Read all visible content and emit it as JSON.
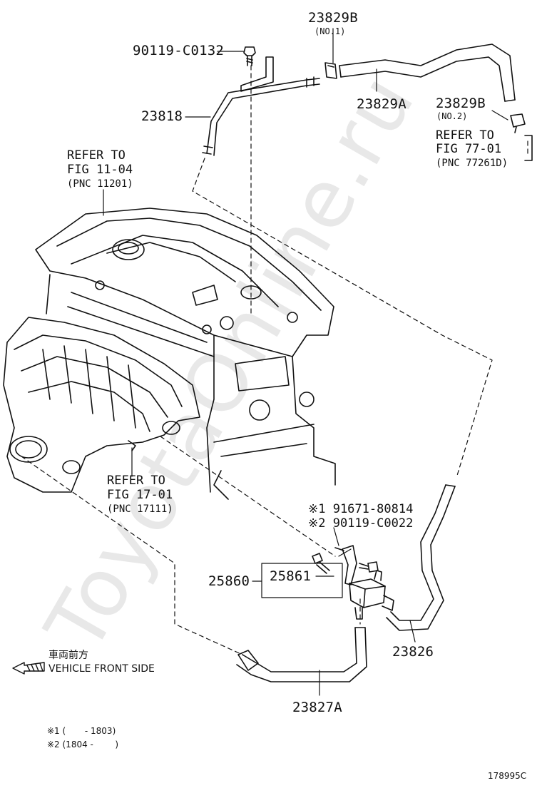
{
  "watermark": "ToyotaOnline.ru",
  "parts": {
    "p90119_c0132": "90119-C0132",
    "p23829b_1": "23829B",
    "p23829b_1_note": "(NO.1)",
    "p23829a": "23829A",
    "p23829b_2": "23829B",
    "p23829b_2_note": "(NO.2)",
    "p23818": "23818",
    "p25860": "25860",
    "p25861": "25861",
    "p23826": "23826",
    "p23827a": "23827A",
    "p91671": "※1 91671-80814",
    "p90119_c0022": "※2 90119-C0022"
  },
  "refs": {
    "ref77_line1": "REFER TO",
    "ref77_line2": "FIG 77-01",
    "ref77_pnc": "(PNC 77261D)",
    "ref11_line1": "REFER TO",
    "ref11_line2": "FIG 11-04",
    "ref11_pnc": "(PNC 11201)",
    "ref17_line1": "REFER TO",
    "ref17_line2": "FIG 17-01",
    "ref17_pnc": "(PNC 17111)"
  },
  "front": {
    "jp": "車両前方",
    "en": "VEHICLE FRONT SIDE"
  },
  "notes": {
    "n1": "※1 (       - 1803)",
    "n2": "※2 (1804 -        )"
  },
  "figure_id": "178995C"
}
